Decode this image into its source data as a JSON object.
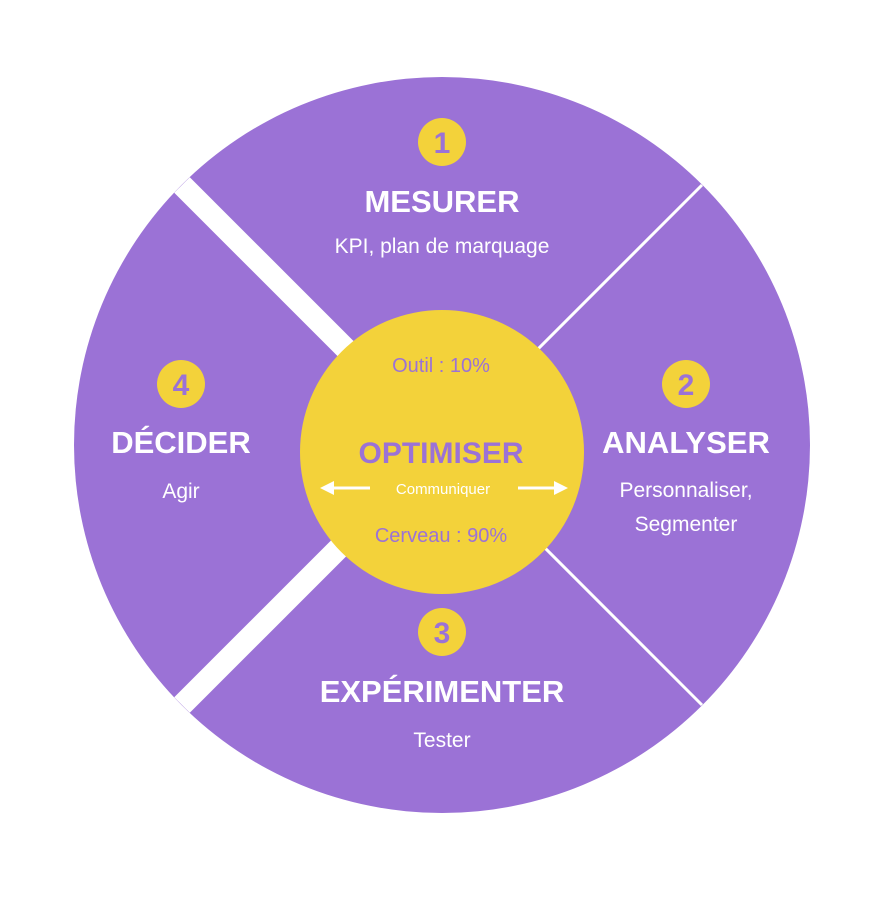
{
  "colors": {
    "segment": "#9b72d6",
    "accent": "#f3d23a",
    "segment_text": "#ffffff",
    "accent_text": "#9b72d6",
    "background": "#ffffff"
  },
  "steps": [
    {
      "number": "1",
      "title": "MESURER",
      "subtitle": "KPI, plan de marquage"
    },
    {
      "number": "2",
      "title": "ANALYSER",
      "subtitle_line1": "Personnaliser,",
      "subtitle_line2": "Segmenter"
    },
    {
      "number": "3",
      "title": "EXPÉRIMENTER",
      "subtitle": "Tester"
    },
    {
      "number": "4",
      "title": "DÉCIDER",
      "subtitle": "Agir"
    }
  ],
  "center": {
    "top_label": "Outil : 10%",
    "title": "OPTIMISER",
    "middle_label": "Communiquer",
    "bottom_label": "Cerveau : 90%"
  }
}
